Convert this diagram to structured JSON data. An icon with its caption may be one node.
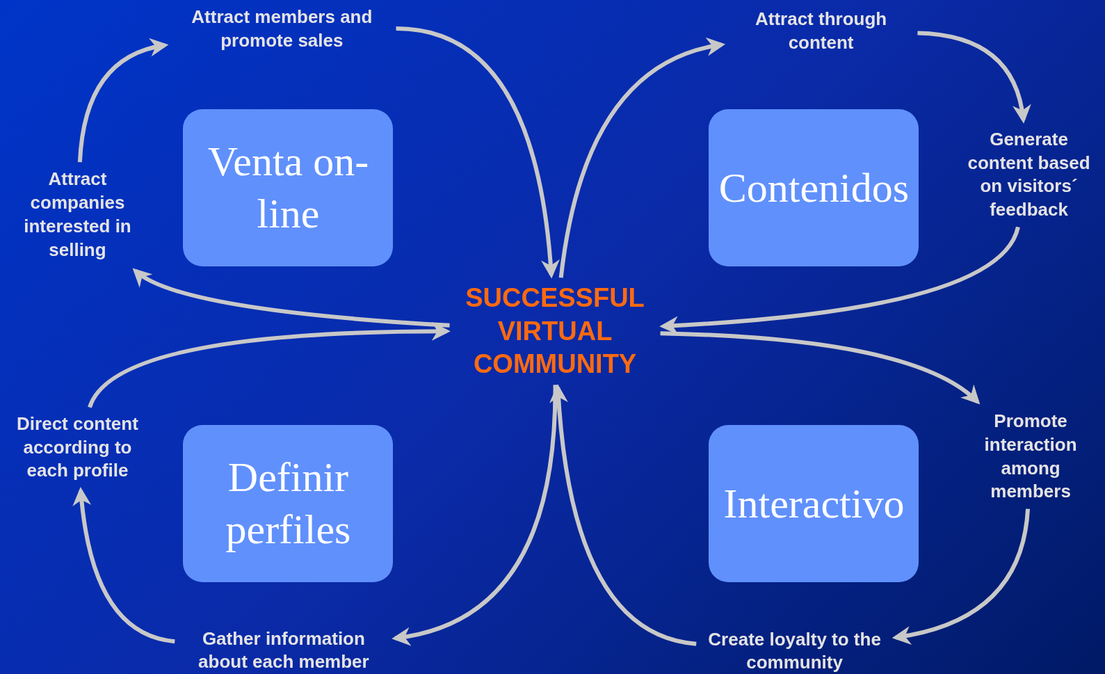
{
  "diagram": {
    "nodes": [
      {
        "text": [
          "Venta on-line"
        ]
      },
      {
        "text": [
          "Contenidos"
        ]
      },
      {
        "text": [
          "Definir perfiles"
        ]
      },
      {
        "text": [
          "Interactivo"
        ]
      },
      {
        "text": [
          "SUCCESSFUL VIRTUAL COMMUNITY"
        ]
      },
      {
        "text": [
          "Attract members and promote sales"
        ]
      },
      {
        "text": [
          "Attract through content"
        ]
      },
      {
        "text": [
          "Generate content based on visitors´ feedback"
        ]
      },
      {
        "text": [
          "Promote interaction among members"
        ]
      },
      {
        "text": [
          "Create loyalty to the community"
        ]
      },
      {
        "text": [
          "Gather information about each member"
        ]
      },
      {
        "text": [
          "Direct content according to each profile"
        ]
      },
      {
        "text": [
          "Attract companies interested in selling"
        ]
      }
    ],
    "edges": [
      {
        "from": 12,
        "to": 5,
        "arrow": "to"
      },
      {
        "from": 5,
        "to": 4,
        "arrow": "to"
      },
      {
        "from": 4,
        "to": 6,
        "arrow": "to"
      },
      {
        "from": 6,
        "to": 7,
        "arrow": "to"
      },
      {
        "from": 7,
        "to": 4,
        "arrow": "to"
      },
      {
        "from": 4,
        "to": 8,
        "arrow": "to"
      },
      {
        "from": 8,
        "to": 9,
        "arrow": "to"
      },
      {
        "from": 9,
        "to": 4,
        "arrow": "to"
      },
      {
        "from": 4,
        "to": 10,
        "arrow": "to"
      },
      {
        "from": 10,
        "to": 11,
        "arrow": "to"
      },
      {
        "from": 11,
        "to": 4,
        "arrow": "to"
      },
      {
        "from": 4,
        "to": 12,
        "arrow": "to"
      }
    ]
  }
}
